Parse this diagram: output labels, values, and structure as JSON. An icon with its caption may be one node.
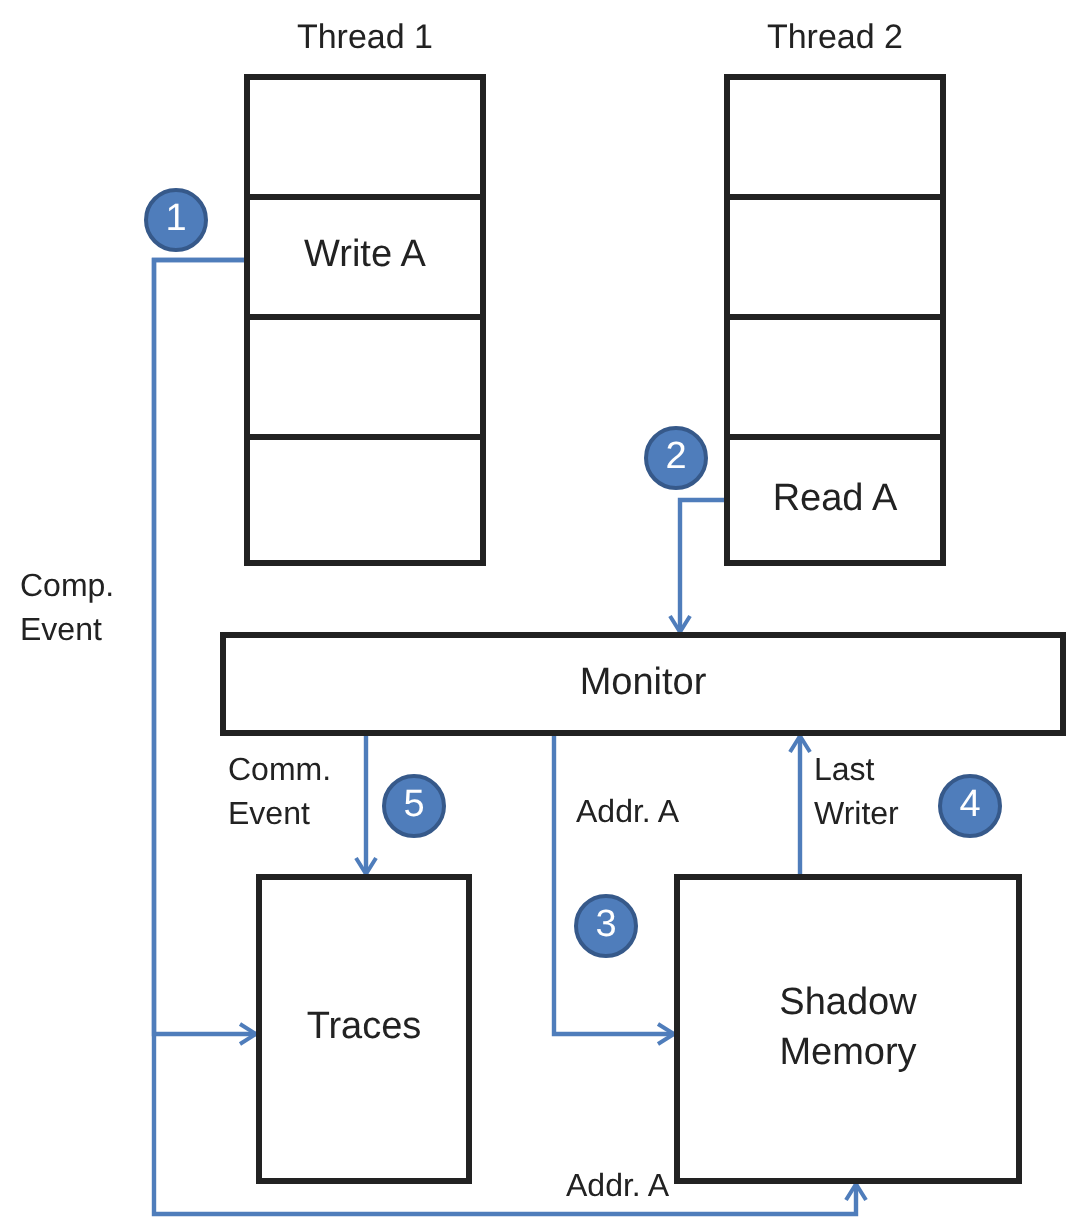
{
  "diagram": {
    "nodes": [
      {
        "text": [
          "Thread 1"
        ]
      },
      {
        "text": [],
        "shape": "box",
        "in": 0
      },
      {
        "text": [
          "Write A"
        ],
        "in": 0
      },
      {
        "text": [],
        "shape": "box",
        "in": 0
      },
      {
        "text": [],
        "shape": "box",
        "in": 0
      },
      {
        "text": [
          "Thread 2"
        ]
      },
      {
        "text": [],
        "shape": "box",
        "in": 5
      },
      {
        "text": [],
        "shape": "box",
        "in": 5
      },
      {
        "text": [],
        "shape": "box",
        "in": 5
      },
      {
        "text": [
          "Read A"
        ],
        "in": 5
      },
      {
        "text": [
          "Monitor"
        ]
      },
      {
        "text": [
          "Traces"
        ]
      },
      {
        "text": [
          "Shadow Memory"
        ]
      },
      {
        "text": [
          "1"
        ]
      },
      {
        "text": [
          "2"
        ]
      },
      {
        "text": [
          "3"
        ]
      },
      {
        "text": [
          "4"
        ]
      },
      {
        "text": [
          "5"
        ]
      }
    ],
    "edges": [
      {
        "from": 2,
        "to": 11,
        "arrow": "to",
        "label": "Comp. Event"
      },
      {
        "from": 2,
        "to": 12,
        "arrow": "to",
        "label": "Addr. A"
      },
      {
        "from": 9,
        "to": 10,
        "arrow": "to"
      },
      {
        "from": 10,
        "to": 11,
        "arrow": "to",
        "label": "Comm. Event"
      },
      {
        "from": 10,
        "to": 12,
        "arrow": "to",
        "label": "Addr. A"
      },
      {
        "from": 12,
        "to": 10,
        "arrow": "to",
        "label": "Last Writer"
      }
    ]
  }
}
